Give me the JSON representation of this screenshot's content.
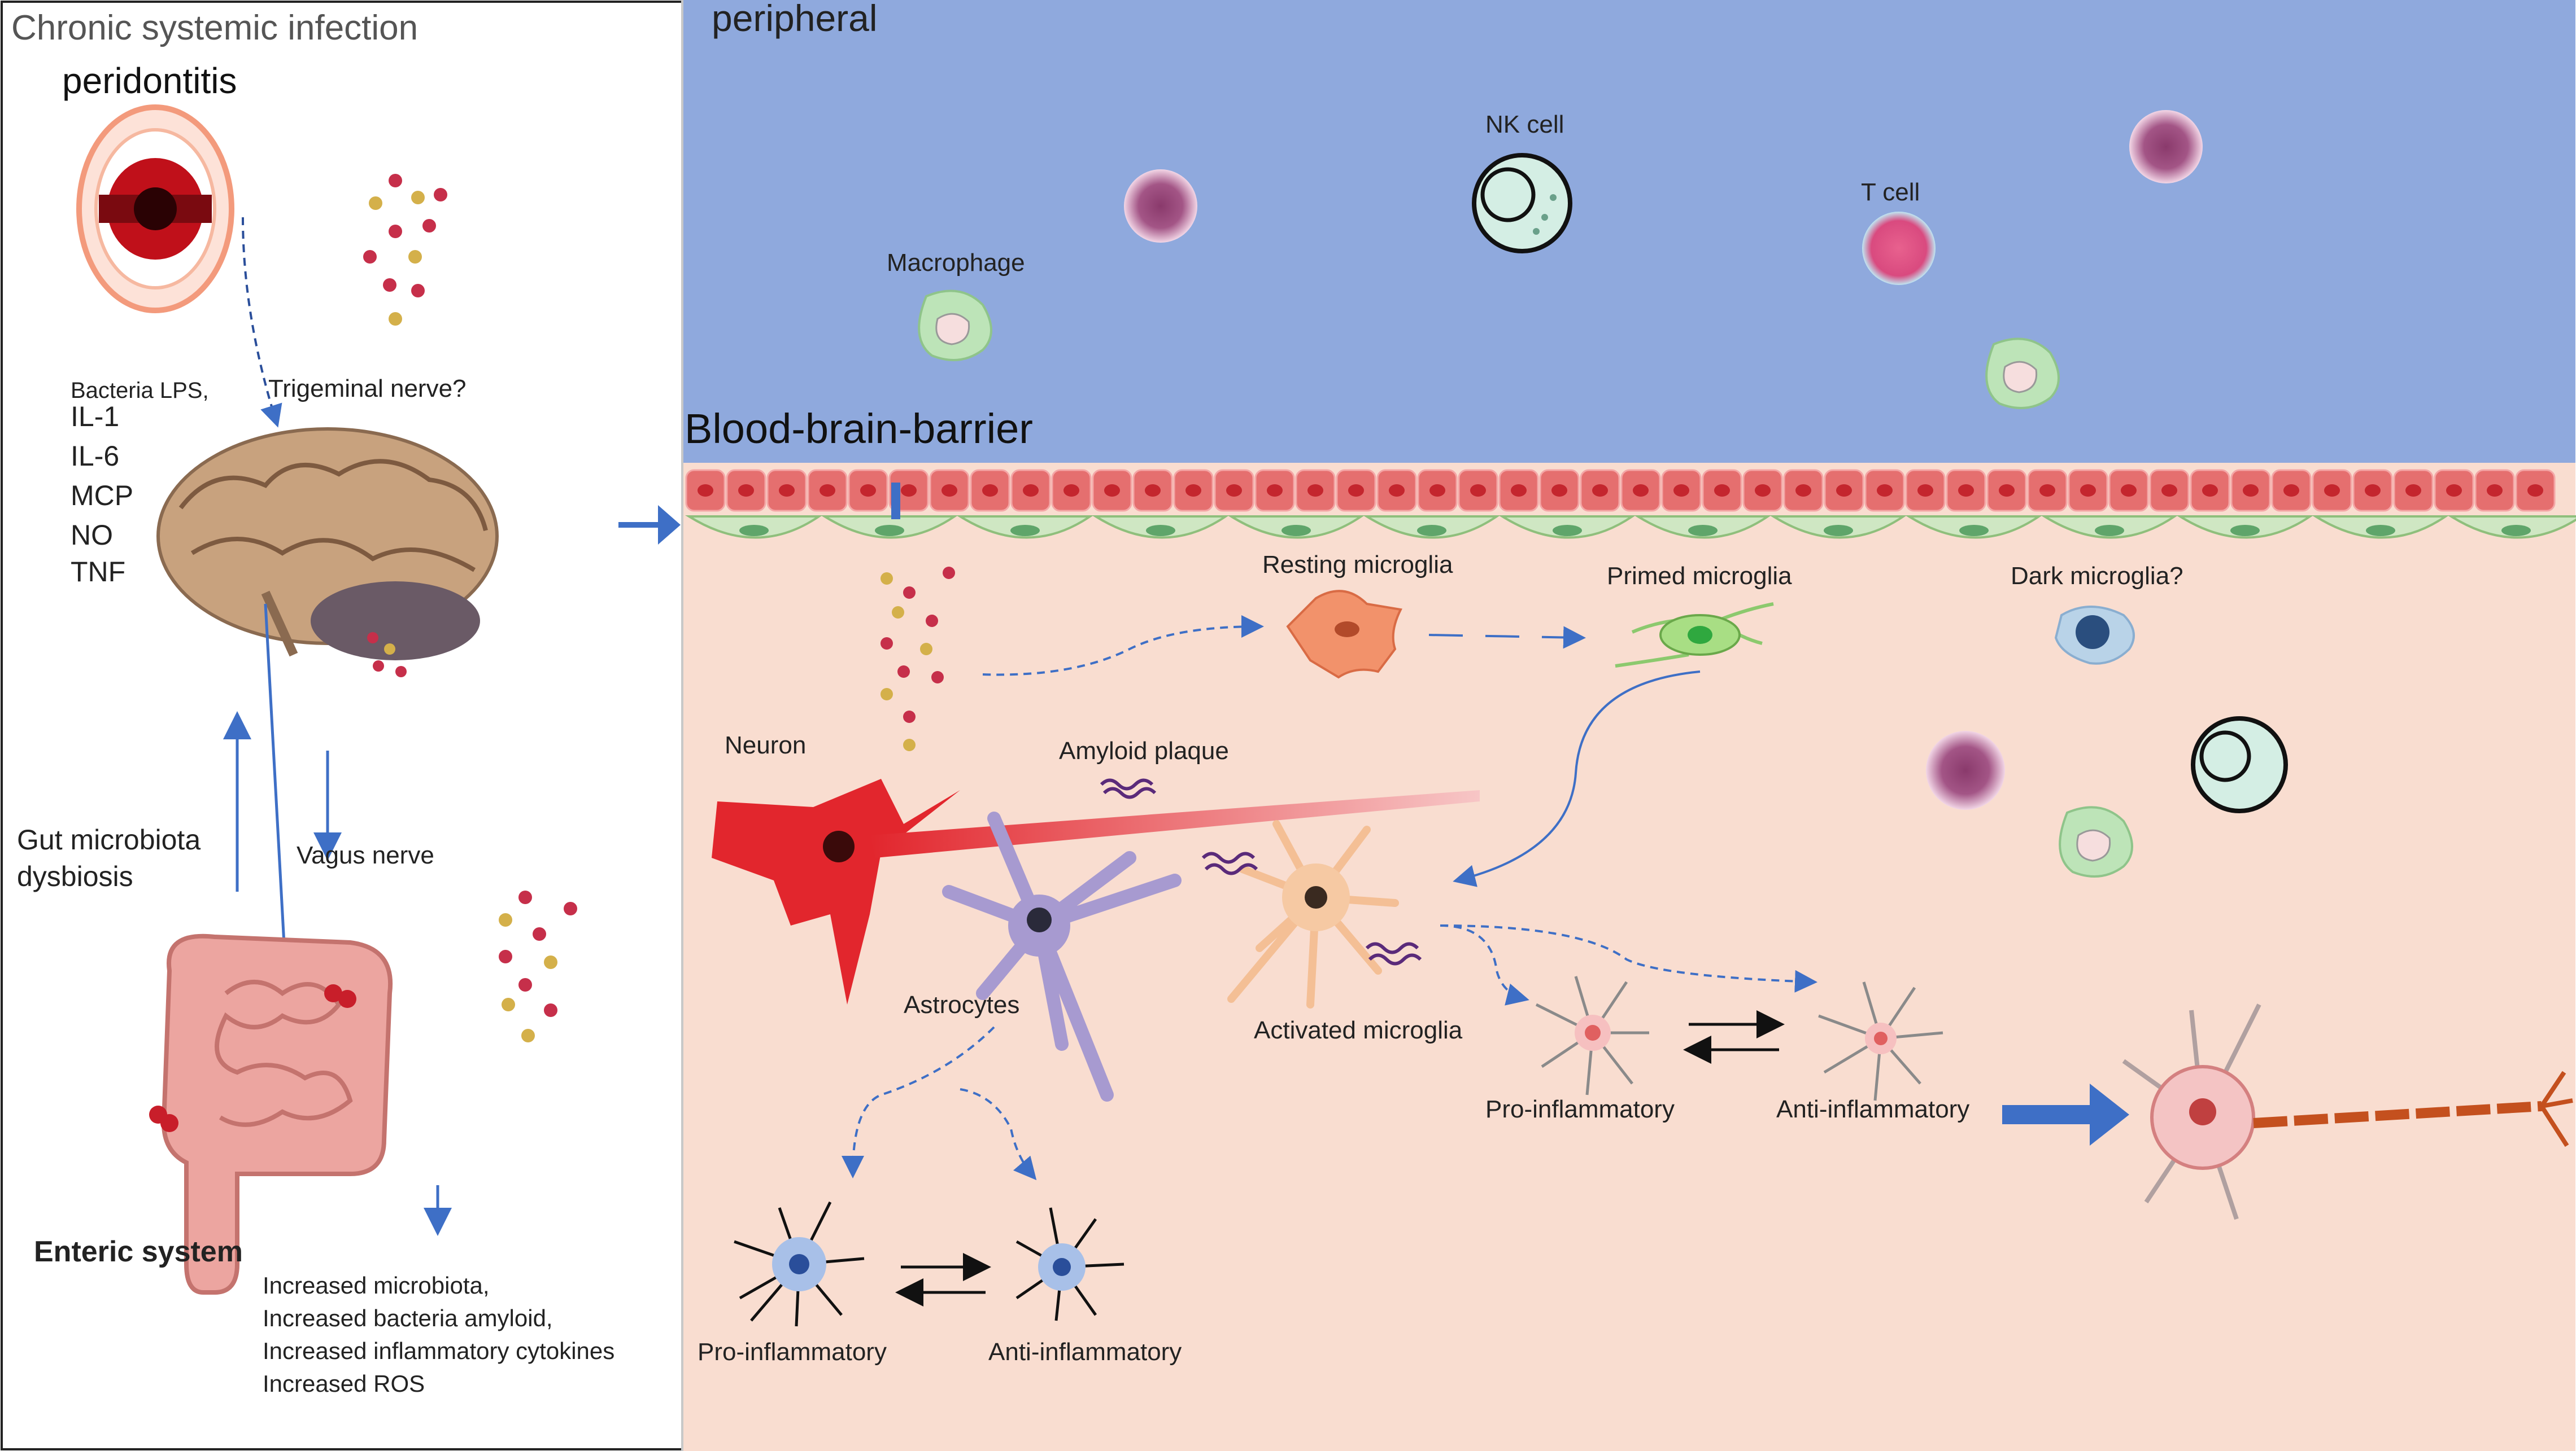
{
  "left_panel": {
    "title": "Chronic systemic infection",
    "periodontitis": "peridontitis",
    "trigeminal": "Trigeminal nerve?",
    "cytokines": [
      "Bacteria LPS,",
      "IL-1",
      "IL-6",
      "MCP",
      "NO",
      "TNF"
    ],
    "gut": [
      "Gut microbiota",
      "dysbiosis"
    ],
    "vagus": "Vagus nerve",
    "enteric": "Enteric system",
    "increased": [
      "Increased microbiota,",
      "Increased bacteria amyloid,",
      "Increased inflammatory cytokines",
      "Increased ROS"
    ]
  },
  "right_panel": {
    "peripheral": "peripheral",
    "bbb": "Blood-brain-barrier",
    "cells": {
      "nk": "NK cell",
      "t": "T cell",
      "macrophage": "Macrophage"
    },
    "microglia": {
      "resting": "Resting microglia",
      "primed": "Primed microglia",
      "dark": "Dark microglia?",
      "activated": "Activated microglia",
      "pro": "Pro-inflammatory",
      "anti": "Anti-inflammatory"
    },
    "neuron": "Neuron",
    "amyloid": "Amyloid plaque",
    "astrocytes": {
      "label": "Astrocytes",
      "pro": "Pro-inflammatory",
      "anti": "Anti-inflammatory"
    }
  },
  "colors": {
    "peripheral_bg": "#8fa9dd",
    "brain_bg": "#f9ddd0",
    "endothelium": "#e56f6f",
    "arrow_blue": "#3e6fc6",
    "neuron_red": "#e2262d"
  }
}
